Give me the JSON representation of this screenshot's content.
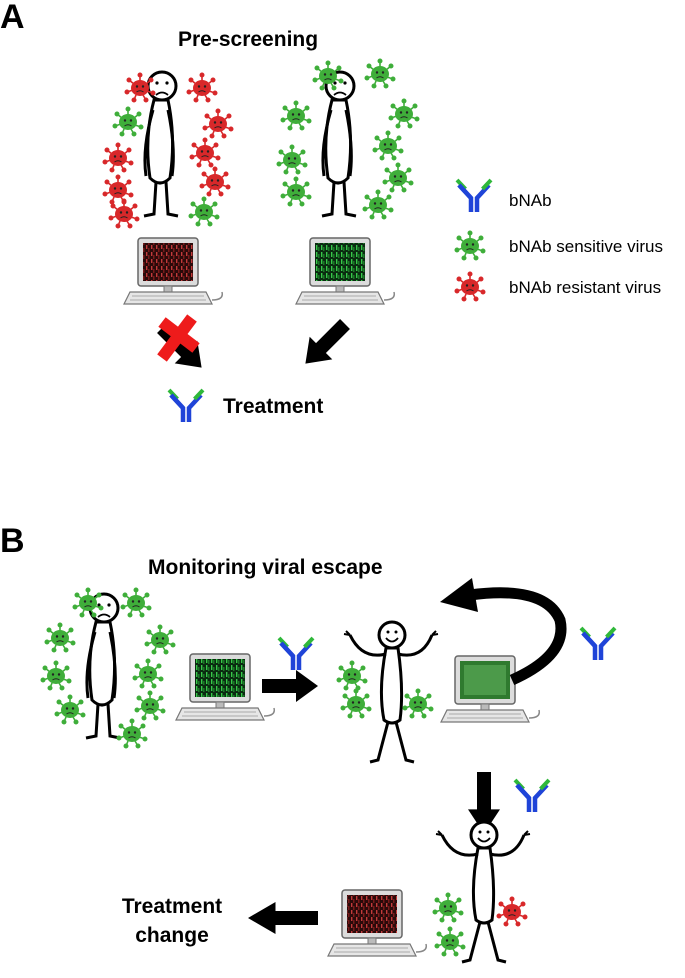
{
  "panel_a": {
    "label": "A",
    "title": "Pre-screening",
    "treatment_label": "Treatment"
  },
  "legend": {
    "antibody_label": "bNAb",
    "sensitive_label": "bNAb sensitive virus",
    "resistant_label": "bNAb resistant virus"
  },
  "panel_b": {
    "label": "B",
    "title": "Monitoring viral escape",
    "change_line1": "Treatment",
    "change_line2": "change"
  },
  "colors": {
    "sensitive_virus": "#3fae3a",
    "resistant_virus": "#d8282a",
    "antibody_heavy": "#1f44d8",
    "antibody_light": "#2fb83a",
    "sequence_green": "#1e9b2a",
    "sequence_red": "#b02a2a",
    "cross": "#ee1b1b"
  }
}
